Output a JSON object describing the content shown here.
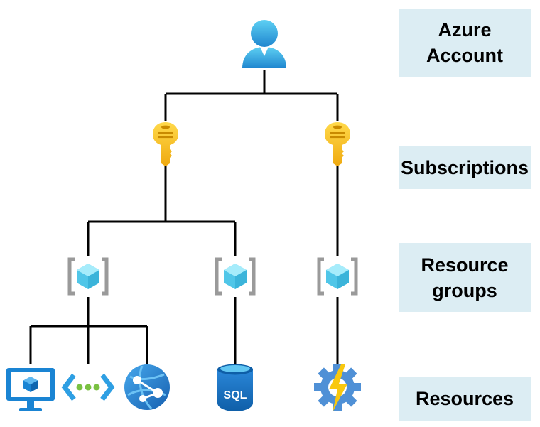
{
  "levels": {
    "account": "Azure\nAccount",
    "subscriptions": "Subscriptions",
    "resource_groups": "Resource\ngroups",
    "resources": "Resources"
  },
  "icons": {
    "account": "user-icon",
    "subscription": "key-icon",
    "resource_group": "resource-group-icon",
    "virtual_machine": "virtual-machine-icon",
    "virtual_network": "virtual-network-icon",
    "app_service": "app-service-icon",
    "sql_database": "sql-database-icon",
    "function_app": "function-app-icon"
  },
  "sql_label": "SQL",
  "colors": {
    "label_bg": "#dcedf3",
    "user": "#2f9cd9",
    "key": "#f2b312",
    "cube": "#6ad6ee",
    "bracket": "#9a9a9a",
    "vm_screen": "#1a84d3",
    "sql": "#1b74c5",
    "gear": "#4f90d6",
    "bolt": "#f9c80e"
  }
}
